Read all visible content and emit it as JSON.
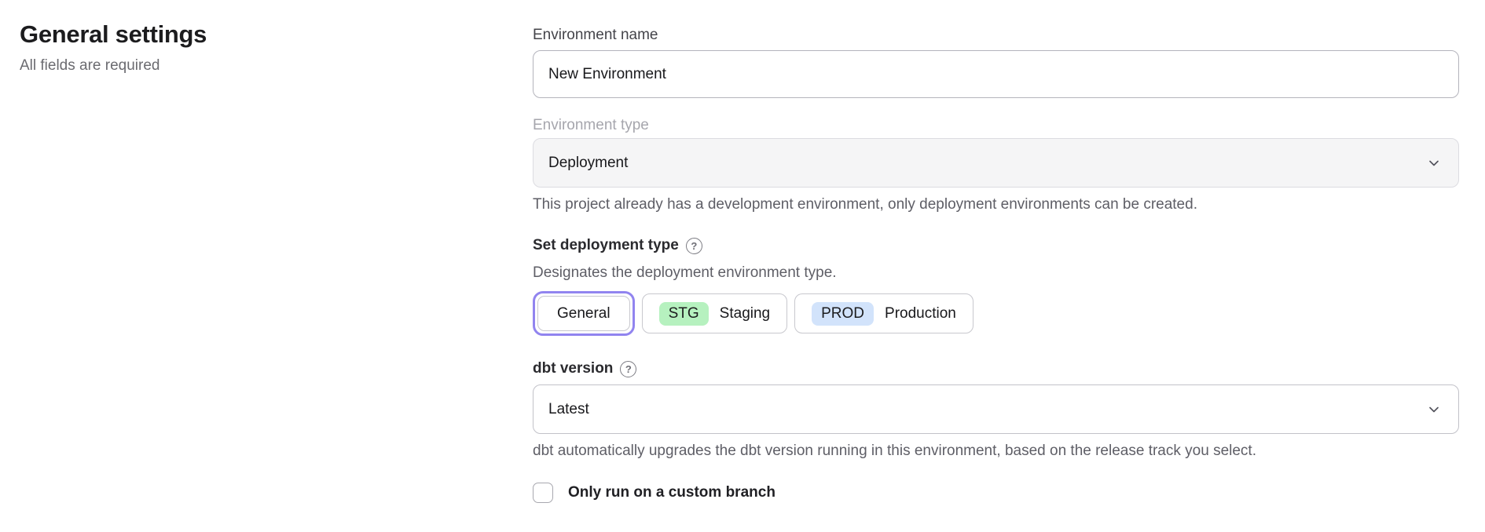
{
  "page": {
    "title": "General settings",
    "subtitle": "All fields are required"
  },
  "form": {
    "environment_name": {
      "label": "Environment name",
      "value": "New Environment"
    },
    "environment_type": {
      "label": "Environment type",
      "value": "Deployment",
      "disabled": true,
      "helper": "This project already has a development environment, only deployment environments can be created."
    },
    "deployment_type": {
      "label": "Set deployment type",
      "help_glyph": "?",
      "helper": "Designates the deployment environment type.",
      "options": [
        {
          "label": "General",
          "selected": true
        },
        {
          "badge": "STG",
          "label": "Staging",
          "badge_color": "#b6f1bf",
          "selected": false
        },
        {
          "badge": "PROD",
          "label": "Production",
          "badge_color": "#d2e3fb",
          "selected": false
        }
      ]
    },
    "dbt_version": {
      "label": "dbt version",
      "help_glyph": "?",
      "value": "Latest",
      "helper": "dbt automatically upgrades the dbt version running in this environment, based on the release track you select."
    },
    "custom_branch": {
      "label": "Only run on a custom branch",
      "checked": false
    }
  },
  "colors": {
    "accent_purple": "#9184ef",
    "badge_staging_bg": "#b6f1bf",
    "badge_production_bg": "#d2e3fb",
    "disabled_field_bg": "#f5f5f6"
  }
}
